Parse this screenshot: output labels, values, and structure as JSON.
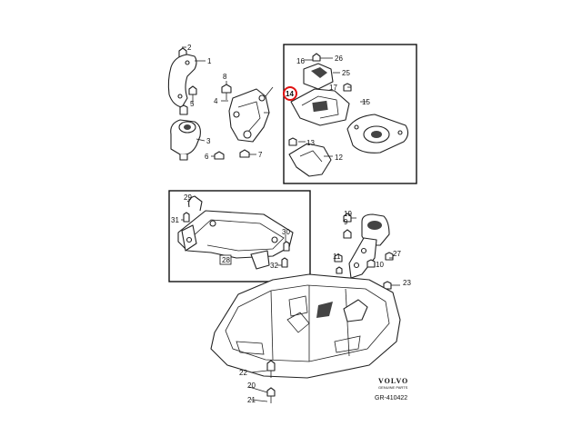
{
  "labels": {
    "l1": "1",
    "l2": "2",
    "l3": "3",
    "l4": "4",
    "l5": "5",
    "l6": "6",
    "l7": "7",
    "l8": "8",
    "l11": "11",
    "l12": "12",
    "l13": "13",
    "l14": "14",
    "l15": "15",
    "l16": "16",
    "l17": "17",
    "l19": "19",
    "l20": "20",
    "l21": "21",
    "l22": "22",
    "l23": "23",
    "l25": "25",
    "l26": "26",
    "l27": "27",
    "l28": "28",
    "l29": "29",
    "l30": "30",
    "l31": "31",
    "l32": "32",
    "l10": "10"
  },
  "brand": {
    "name": "VOLVO",
    "sub": "GENUINE PARTS",
    "ref": "GR-410422"
  },
  "highlight": {
    "label": "14",
    "color": "#e01010"
  }
}
